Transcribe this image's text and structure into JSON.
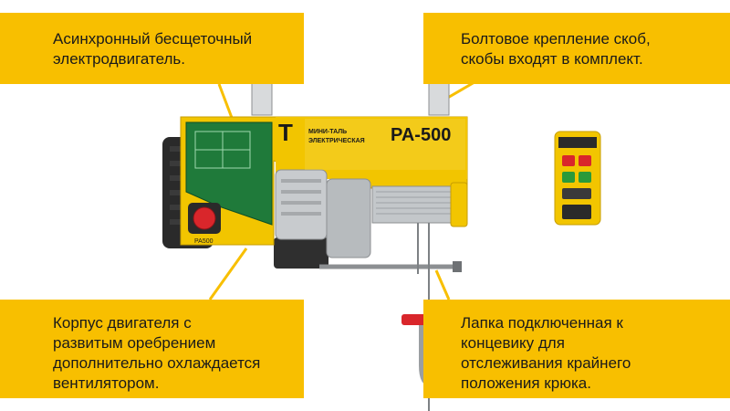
{
  "callouts": {
    "motor": {
      "lines": [
        "Асинхронный бесщеточный",
        "электродвигатель."
      ]
    },
    "brackets": {
      "lines": [
        "Болтовое крепление скоб,",
        "скобы входят в комплект."
      ]
    },
    "housing": {
      "lines": [
        "Корпус двигателя с",
        "развитым оребрением",
        "дополнительно охлаждается",
        "вентилятором."
      ]
    },
    "limit": {
      "lines": [
        "Лапка подключенная к",
        "концевику для",
        "отслеживания крайнего",
        "положения крюка."
      ]
    }
  },
  "product": {
    "model": "PA-500",
    "type_line1": "МИНИ-ТАЛЬ",
    "type_line2": "ЭЛЕКТРИЧЕСКАЯ",
    "brand_letter": "T",
    "side_model": "PA500"
  },
  "colors": {
    "callout": "#f8bf00",
    "body_yellow": "#f2c500",
    "panel_green": "#1f7a3a",
    "housing_black": "#2a2a2a",
    "drum_gray": "#bfc3c6",
    "hook_red": "#d9262b"
  },
  "icons": [
    "stop-button-icon",
    "remote-control-icon",
    "hook-icon",
    "wire-rope-icon"
  ]
}
